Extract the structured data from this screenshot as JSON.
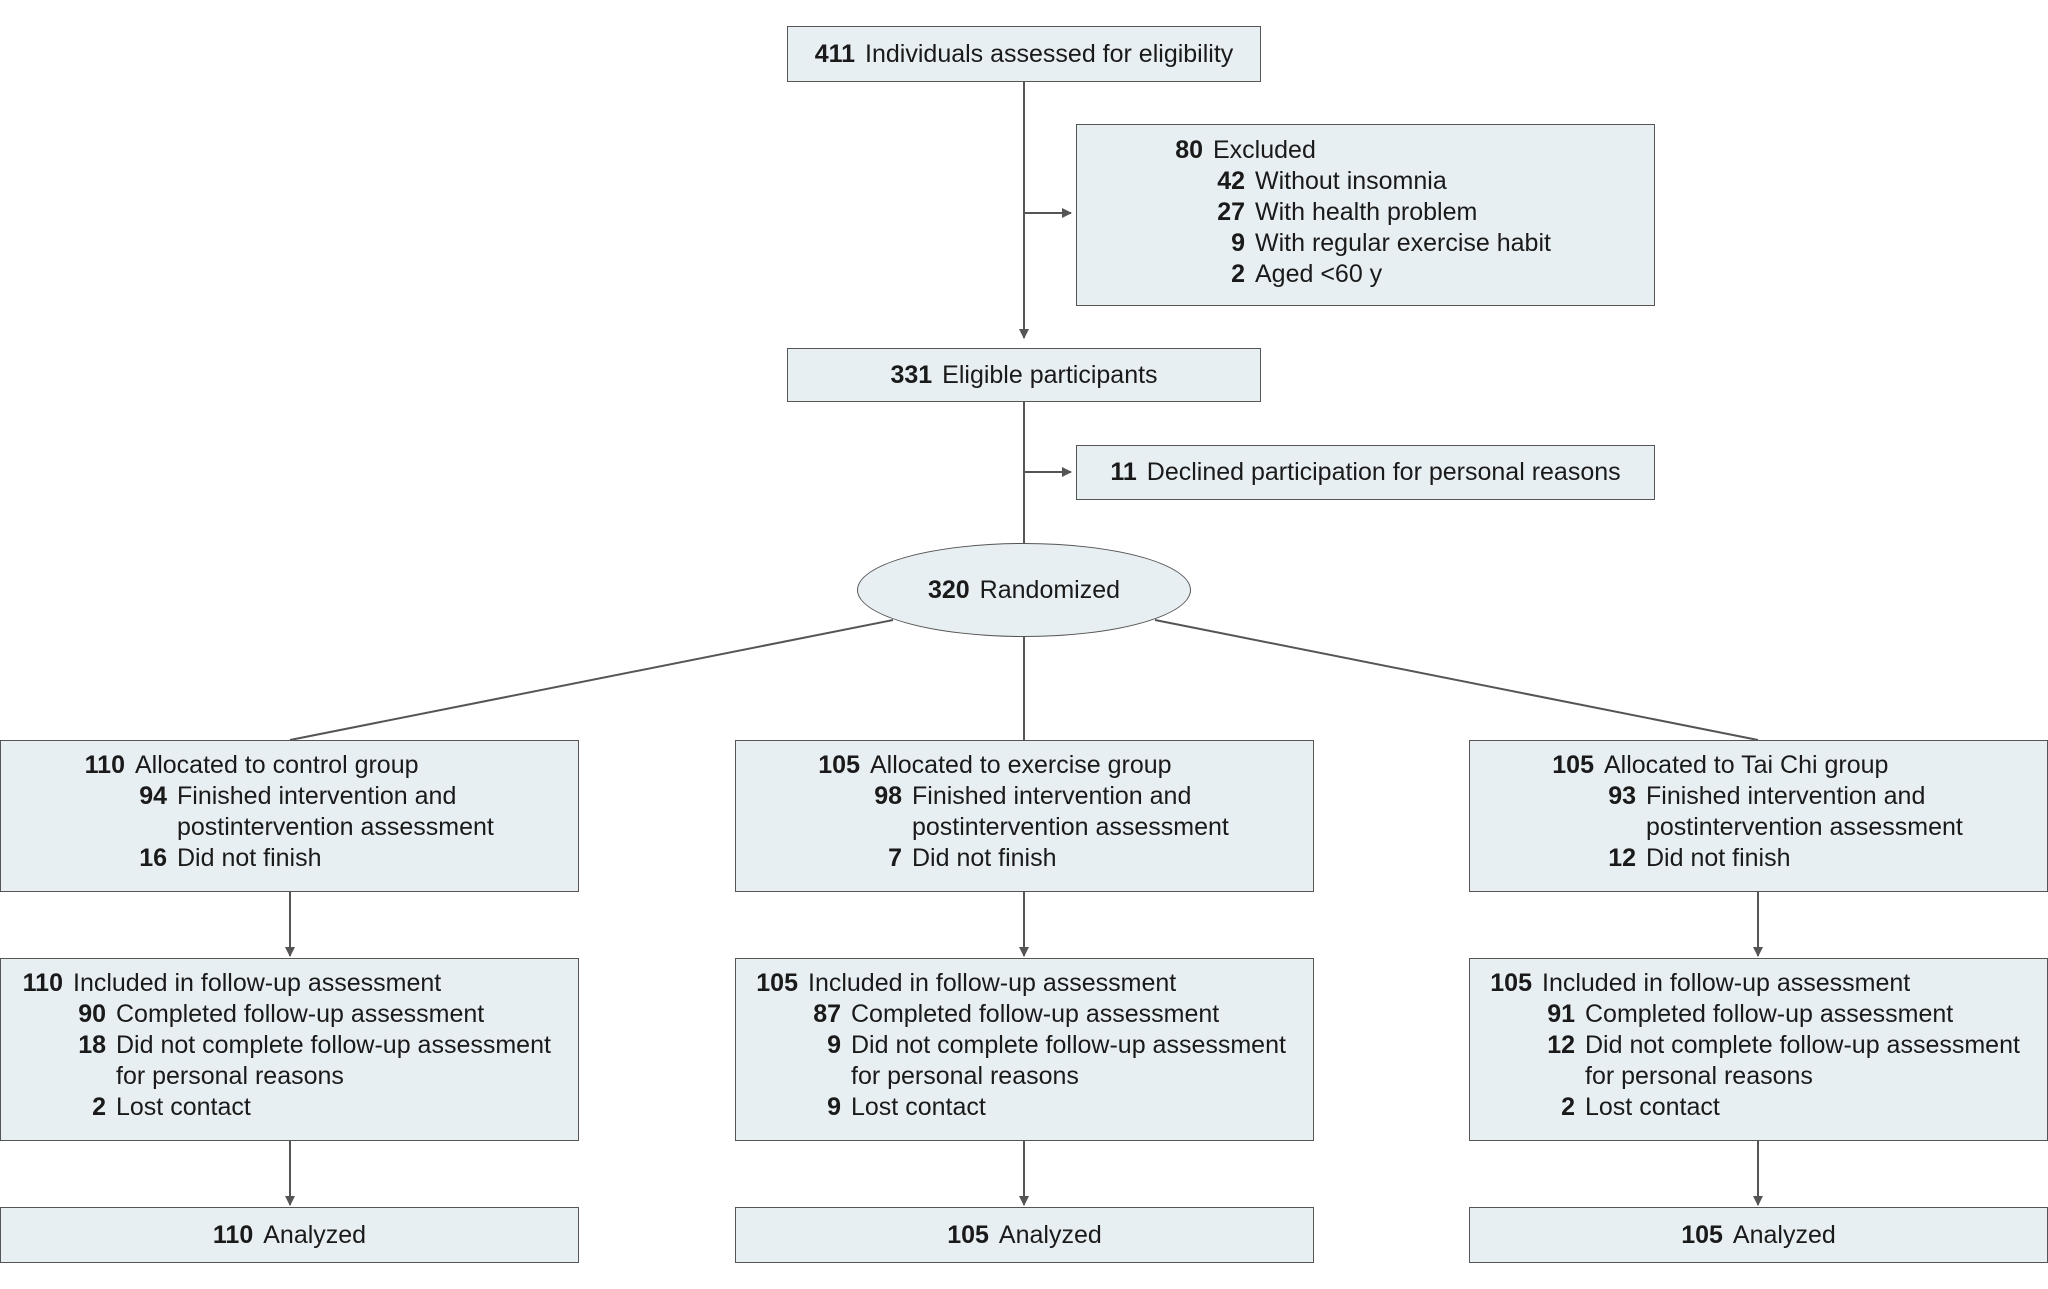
{
  "assessed": {
    "n": "411",
    "label": "Individuals assessed for eligibility"
  },
  "excluded": {
    "n": "80",
    "label": "Excluded",
    "items": [
      {
        "n": "42",
        "label": "Without insomnia"
      },
      {
        "n": "27",
        "label": "With health problem"
      },
      {
        "n": "9",
        "label": "With regular exercise habit"
      },
      {
        "n": "2",
        "label": "Aged <60 y"
      }
    ]
  },
  "eligible": {
    "n": "331",
    "label": "Eligible participants"
  },
  "declined": {
    "n": "11",
    "label": "Declined participation for personal reasons"
  },
  "randomized": {
    "n": "320",
    "label": "Randomized"
  },
  "groups": [
    {
      "alloc": {
        "n": "110",
        "label": "Allocated to control group"
      },
      "finished": {
        "n": "94",
        "label1": "Finished intervention and",
        "label2": "postintervention assessment"
      },
      "not_finished": {
        "n": "16",
        "label": "Did not finish"
      },
      "followup": {
        "n": "110",
        "label": "Included in follow-up assessment"
      },
      "completed": {
        "n": "90",
        "label": "Completed follow-up assessment"
      },
      "not_completed": {
        "n": "18",
        "label1": "Did not complete follow-up assessment",
        "label2": "for personal reasons"
      },
      "lost": {
        "n": "2",
        "label": "Lost contact"
      },
      "analyzed": {
        "n": "110",
        "label": "Analyzed"
      }
    },
    {
      "alloc": {
        "n": "105",
        "label": "Allocated to exercise group"
      },
      "finished": {
        "n": "98",
        "label1": "Finished intervention and",
        "label2": "postintervention assessment"
      },
      "not_finished": {
        "n": "7",
        "label": "Did not finish"
      },
      "followup": {
        "n": "105",
        "label": "Included in follow-up assessment"
      },
      "completed": {
        "n": "87",
        "label": "Completed follow-up assessment"
      },
      "not_completed": {
        "n": "9",
        "label1": "Did not complete follow-up assessment",
        "label2": "for personal reasons"
      },
      "lost": {
        "n": "9",
        "label": "Lost contact"
      },
      "analyzed": {
        "n": "105",
        "label": "Analyzed"
      }
    },
    {
      "alloc": {
        "n": "105",
        "label": "Allocated to Tai Chi group"
      },
      "finished": {
        "n": "93",
        "label1": "Finished intervention and",
        "label2": "postintervention assessment"
      },
      "not_finished": {
        "n": "12",
        "label": "Did not finish"
      },
      "followup": {
        "n": "105",
        "label": "Included in follow-up assessment"
      },
      "completed": {
        "n": "91",
        "label": "Completed follow-up assessment"
      },
      "not_completed": {
        "n": "12",
        "label1": "Did not complete follow-up assessment",
        "label2": "for personal reasons"
      },
      "lost": {
        "n": "2",
        "label": "Lost contact"
      },
      "analyzed": {
        "n": "105",
        "label": "Analyzed"
      }
    }
  ],
  "colors": {
    "box_fill": "#e8eff2",
    "box_border": "#555555",
    "line": "#555555",
    "text": "#1a1a1a"
  }
}
